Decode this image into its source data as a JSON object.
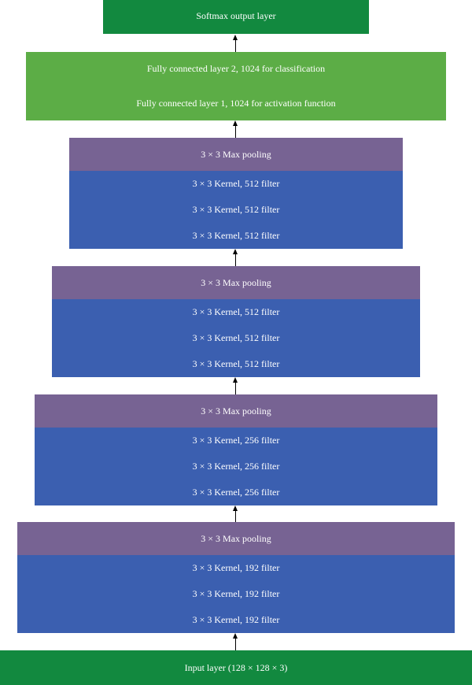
{
  "output_layer": {
    "label": "Softmax output layer"
  },
  "fc_layers": {
    "fc2": "Fully connected layer 2, 1024 for classification",
    "fc1": "Fully connected layer 1, 1024 for activation function"
  },
  "conv_blocks": [
    {
      "pool": "3 × 3 Max pooling",
      "convs": [
        "3 × 3 Kernel, 512 filter",
        "3 × 3 Kernel, 512 filter",
        "3 × 3 Kernel, 512 filter"
      ]
    },
    {
      "pool": "3 × 3 Max pooling",
      "convs": [
        "3 × 3 Kernel, 512 filter",
        "3 × 3 Kernel, 512 filter",
        "3 × 3 Kernel, 512 filter"
      ]
    },
    {
      "pool": "3 × 3 Max pooling",
      "convs": [
        "3 × 3 Kernel, 256 filter",
        "3 × 3 Kernel, 256 filter",
        "3 × 3 Kernel, 256 filter"
      ]
    },
    {
      "pool": "3 × 3 Max pooling",
      "convs": [
        "3 × 3 Kernel, 192 filter",
        "3 × 3 Kernel, 192 filter",
        "3 × 3 Kernel, 192 filter"
      ]
    }
  ],
  "input_layer": {
    "label": "Input layer (128 × 128 × 3)"
  },
  "colors": {
    "output_green": "#12893f",
    "fc_green": "#5cad46",
    "pooling_purple": "#776393",
    "conv_blue": "#3b5fb0"
  }
}
